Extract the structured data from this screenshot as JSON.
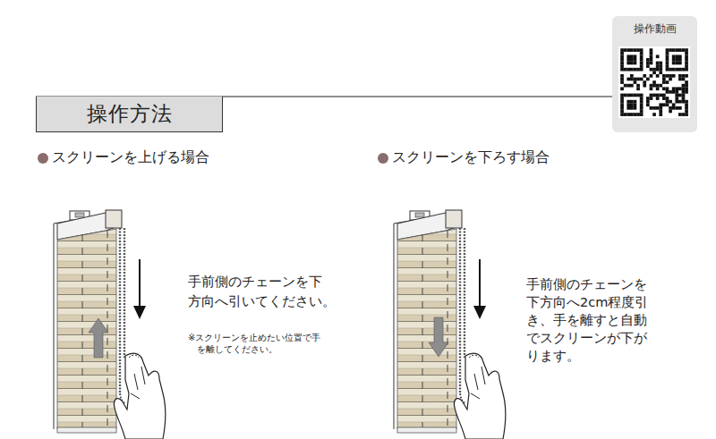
{
  "diagram": {
    "title": "操作方法",
    "nodes": [
      {
        "text": [
          "操作動画"
        ]
      }
    ],
    "labels": [
      "スクリーンを上げる場合",
      "スクリーンを下ろす場合",
      "手前側のチェーンを下 方向へ引いてください。",
      "※スクリーンを止めたい位置で手 を離してください。",
      "手前側のチェーンを 下方向へ2cm程度引 き、手を離すと自動 でスクリーンが下が ります。"
    ]
  }
}
